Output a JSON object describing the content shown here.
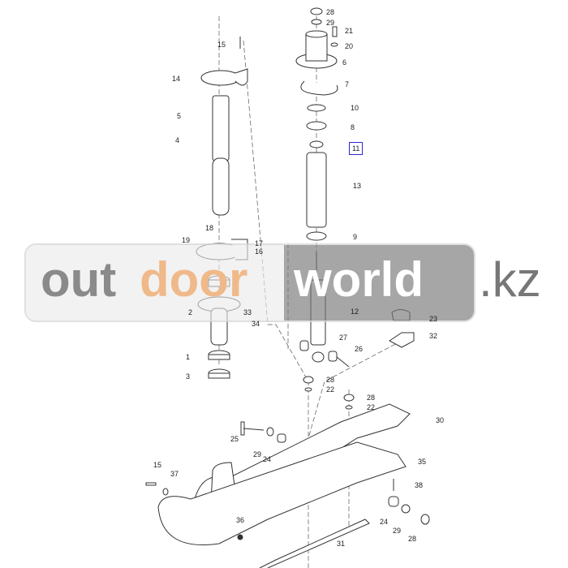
{
  "diagram": {
    "labels": [
      "28",
      "29",
      "21",
      "20",
      "6",
      "7",
      "10",
      "8",
      "11",
      "13",
      "9",
      "12",
      "23",
      "32",
      "27",
      "26",
      "28",
      "22",
      "28",
      "22",
      "30",
      "35",
      "38",
      "24",
      "29",
      "28",
      "31",
      "36",
      "15",
      "37",
      "25",
      "29",
      "24",
      "1",
      "3",
      "33",
      "34",
      "2",
      "19",
      "18",
      "17",
      "16",
      "5",
      "4",
      "14",
      "15"
    ],
    "highlighted_label": "11",
    "highlight_color": "#2a2ad0"
  },
  "watermark": {
    "part1": "out",
    "part2": "door",
    "part3": "world",
    "part4": ".kz",
    "colors": {
      "out": "#8a8a8a",
      "door": "#f0b98a",
      "world": "#ffffff",
      "kz": "#777777"
    }
  }
}
